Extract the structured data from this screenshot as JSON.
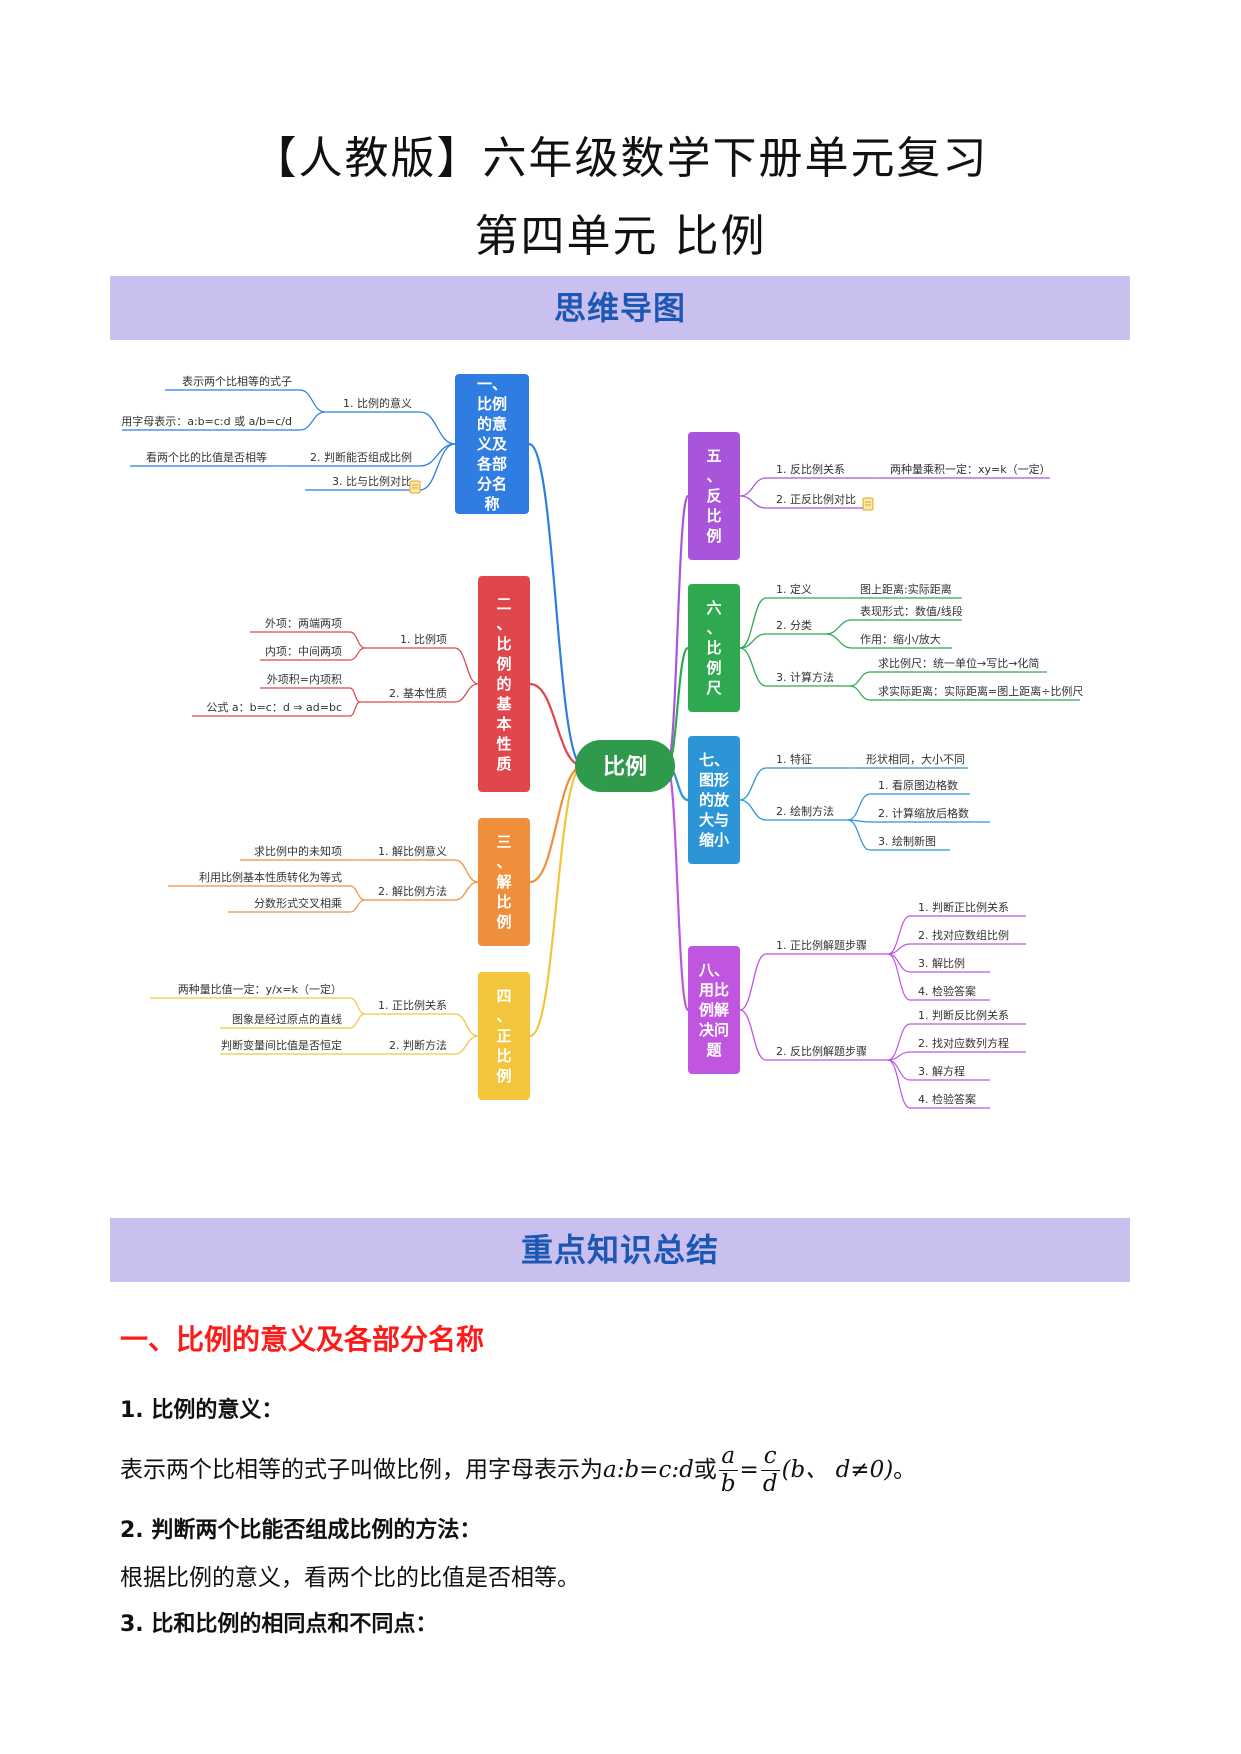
{
  "title_line1": "【人教版】六年级数学下册单元复习",
  "title_line2": "第四单元 比例",
  "section_mindmap": "思维导图",
  "section_summary": "重点知识总结",
  "mindmap": {
    "center": "比例",
    "center_color": "#2f9a4b",
    "branches": [
      {
        "id": "b1",
        "title": "一、比例的意义及各部分名称",
        "color": "#2f7de1",
        "box_lines": [
          "一、",
          "比例",
          "的意",
          "义及",
          "各部",
          "分名",
          "称"
        ],
        "items": [
          {
            "label": "1. 比例的意义",
            "leaves": [
              "表示两个比相等的式子",
              "用字母表示：a:b=c:d 或 a/b=c/d"
            ]
          },
          {
            "label": "2. 判断能否组成比例",
            "leaves": [
              "看两个比的比值是否相等"
            ]
          },
          {
            "label": "3. 比与比例对比",
            "leaves": []
          }
        ]
      },
      {
        "id": "b2",
        "title": "二、比例的基本性质",
        "color": "#e0474c",
        "box_lines": [
          "二",
          "、",
          "比",
          "例",
          "的",
          "基",
          "本",
          "性",
          "质"
        ],
        "items": [
          {
            "label": "1. 比例项",
            "leaves": [
              "外项：两端两项",
              "内项：中间两项"
            ]
          },
          {
            "label": "2. 基本性质",
            "leaves": [
              "外项积=内项积",
              "公式 a：b=c：d ⇒ ad=bc"
            ]
          }
        ]
      },
      {
        "id": "b3",
        "title": "三、解比例",
        "color": "#ef8f3b",
        "box_lines": [
          "三",
          "、",
          "解",
          "比",
          "例"
        ],
        "items": [
          {
            "label": "1. 解比例意义",
            "leaves": [
              "求比例中的未知项"
            ]
          },
          {
            "label": "2. 解比例方法",
            "leaves": [
              "利用比例基本性质转化为等式",
              "分数形式交叉相乘"
            ]
          }
        ]
      },
      {
        "id": "b4",
        "title": "四、正比例",
        "color": "#f2c53d",
        "box_lines": [
          "四",
          "、",
          "正",
          "比",
          "例"
        ],
        "items": [
          {
            "label": "1. 正比例关系",
            "leaves": [
              "两种量比值一定：y/x=k（一定）",
              "图象是经过原点的直线"
            ]
          },
          {
            "label": "2. 判断方法",
            "leaves": [
              "判断变量间比值是否恒定"
            ]
          }
        ]
      },
      {
        "id": "b5",
        "title": "五、反比例",
        "color": "#a855dc",
        "box_lines": [
          "五",
          "、",
          "反",
          "比",
          "例"
        ],
        "items": [
          {
            "label": "1. 反比例关系",
            "leaves": [
              "两种量乘积一定：xy=k（一定）"
            ]
          },
          {
            "label": "2. 正反比例对比",
            "leaves": []
          }
        ]
      },
      {
        "id": "b6",
        "title": "六、比例尺",
        "color": "#2ea94f",
        "box_lines": [
          "六",
          "、",
          "比",
          "例",
          "尺"
        ],
        "items": [
          {
            "label": "1. 定义",
            "leaves": [
              "图上距离:实际距离"
            ]
          },
          {
            "label": "2. 分类",
            "leaves": [
              "表现形式：数值/线段",
              "作用：缩小/放大"
            ]
          },
          {
            "label": "3. 计算方法",
            "leaves": [
              "求比例尺：统一单位→写比→化简",
              "求实际距离：实际距离=图上距离÷比例尺"
            ]
          }
        ]
      },
      {
        "id": "b7",
        "title": "七、图形的放大与缩小",
        "color": "#2b95d6",
        "box_lines": [
          "七、",
          "图形",
          "的放",
          "大与",
          "缩小"
        ],
        "items": [
          {
            "label": "1. 特征",
            "leaves": [
              "形状相同，大小不同"
            ]
          },
          {
            "label": "2. 绘制方法",
            "leaves": [
              "1. 看原图边格数",
              "2. 计算缩放后格数",
              "3. 绘制新图"
            ]
          }
        ]
      },
      {
        "id": "b8",
        "title": "八、用比例解决问题",
        "color": "#c055e0",
        "box_lines": [
          "八、",
          "用比",
          "例解",
          "决问",
          "题"
        ],
        "items": [
          {
            "label": "1. 正比例解题步骤",
            "leaves": [
              "1. 判断正比例关系",
              "2. 找对应数组比例",
              "3. 解比例",
              "4. 检验答案"
            ]
          },
          {
            "label": "2. 反比例解题步骤",
            "leaves": [
              "1. 判断反比例关系",
              "2. 找对应数列方程",
              "3. 解方程",
              "4. 检验答案"
            ]
          }
        ]
      }
    ]
  },
  "summary": {
    "heading": "一、比例的意义及各部分名称",
    "s1_title": "1. 比例的意义：",
    "s1_text_a": "表示两个比相等的式子叫做比例，用字母表示为",
    "s1_expr": "a:b=c:d",
    "s1_or": "或",
    "s1_frac1_num": "a",
    "s1_frac1_den": "b",
    "s1_eq": "=",
    "s1_frac2_num": "c",
    "s1_frac2_den": "d",
    "s1_cond": "(b、 d≠0)",
    "s1_end": "。",
    "s2_title": "2. 判断两个比能否组成比例的方法：",
    "s2_text": "根据比例的意义，看两个比的比值是否相等。",
    "s3_title": "3. 比和比例的相同点和不同点："
  }
}
